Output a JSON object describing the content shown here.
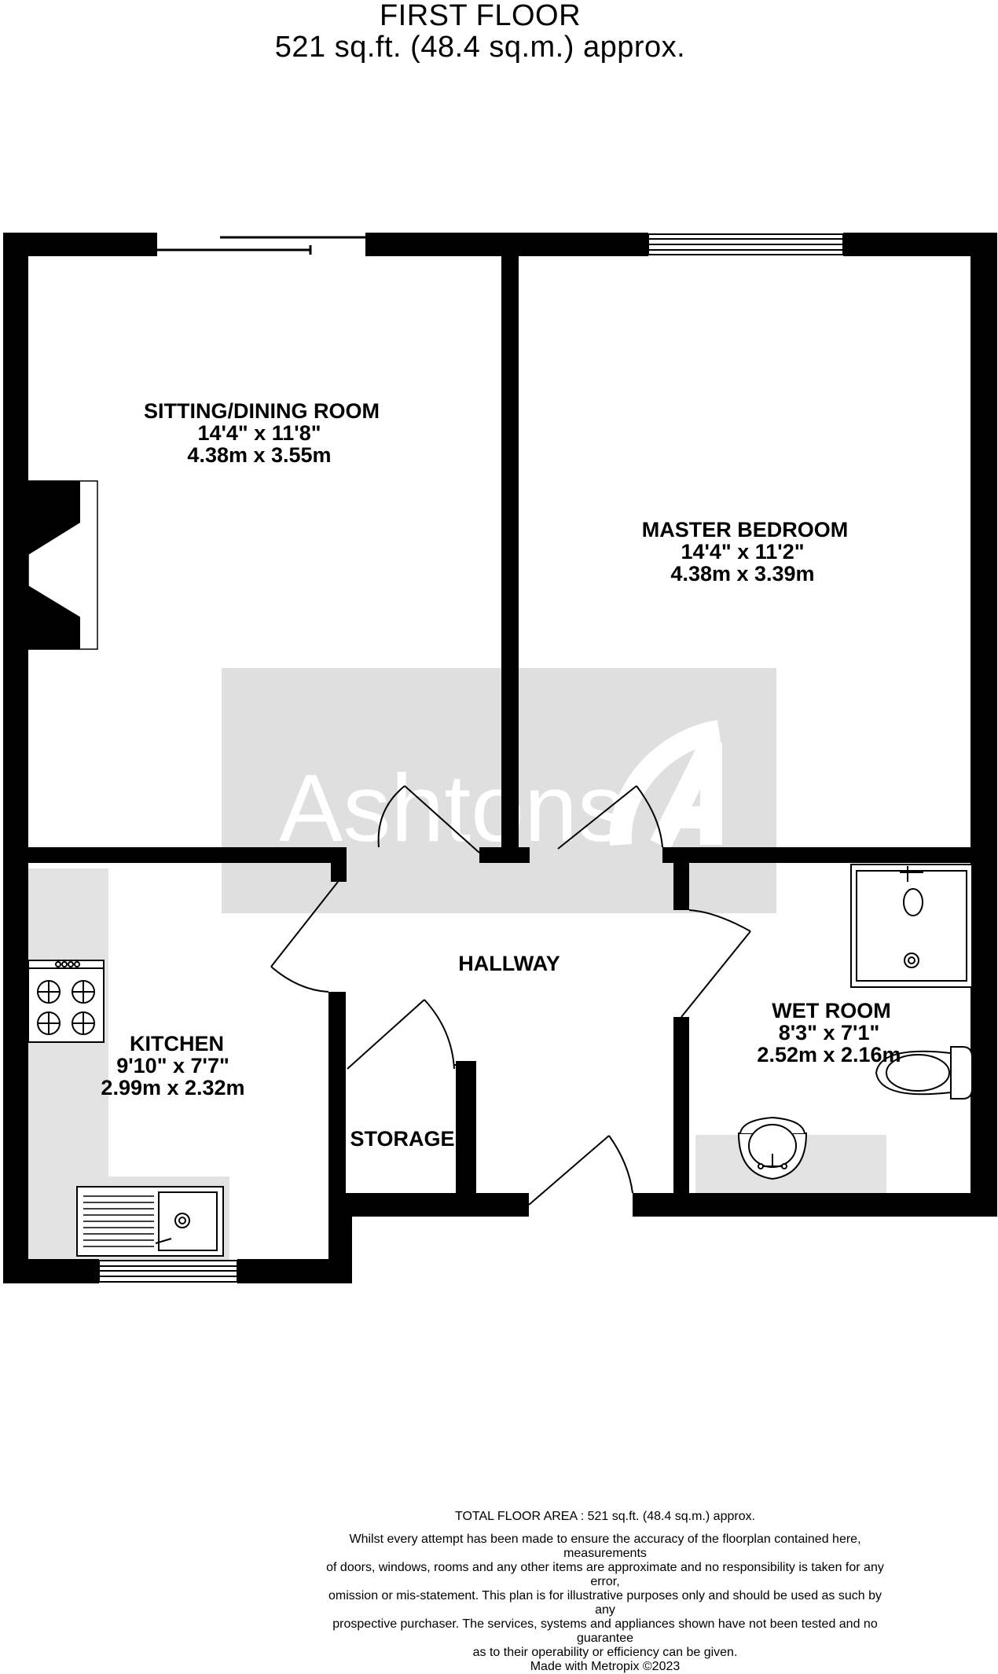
{
  "header": {
    "floor": "FIRST FLOOR",
    "area": "521 sq.ft. (48.4 sq.m.) approx."
  },
  "watermark": {
    "text": "Ashtons",
    "icon": "ashtons-a-logo-icon"
  },
  "rooms": {
    "sitting": {
      "name": "SITTING/DINING ROOM",
      "imperial": "14'4\"  x 11'8\"",
      "metric": "4.38m  x 3.55m"
    },
    "bedroom": {
      "name": "MASTER BEDROOM",
      "imperial": "14'4\"  x 11'2\"",
      "metric": "4.38m  x 3.39m"
    },
    "kitchen": {
      "name": "KITCHEN",
      "imperial": "9'10\"  x 7'7\"",
      "metric": "2.99m  x 2.32m"
    },
    "wetroom": {
      "name": "WET ROOM",
      "imperial": "8'3\"  x 7'1\"",
      "metric": "2.52m  x 2.16m"
    },
    "hallway": {
      "name": "HALLWAY"
    },
    "storage": {
      "name": "STORAGE"
    }
  },
  "footer": {
    "total": "TOTAL FLOOR AREA : 521 sq.ft. (48.4 sq.m.) approx.",
    "disclaimer": [
      "Whilst every attempt has been made to ensure the accuracy of the floorplan contained here, measurements",
      "of doors, windows, rooms and any other items are approximate and no responsibility is taken for any error,",
      "omission or mis-statement. This plan is for illustrative purposes only and should be used as such by any",
      "prospective purchaser. The services, systems and appliances shown have not been tested and no guarantee",
      "as to their operability or efficiency can be given."
    ],
    "credit": "Made with Metropix ©2023"
  },
  "colors": {
    "wall": "#000000",
    "fitted_unit": "#e3e3e3",
    "watermark_box": "#d9d9d9"
  }
}
